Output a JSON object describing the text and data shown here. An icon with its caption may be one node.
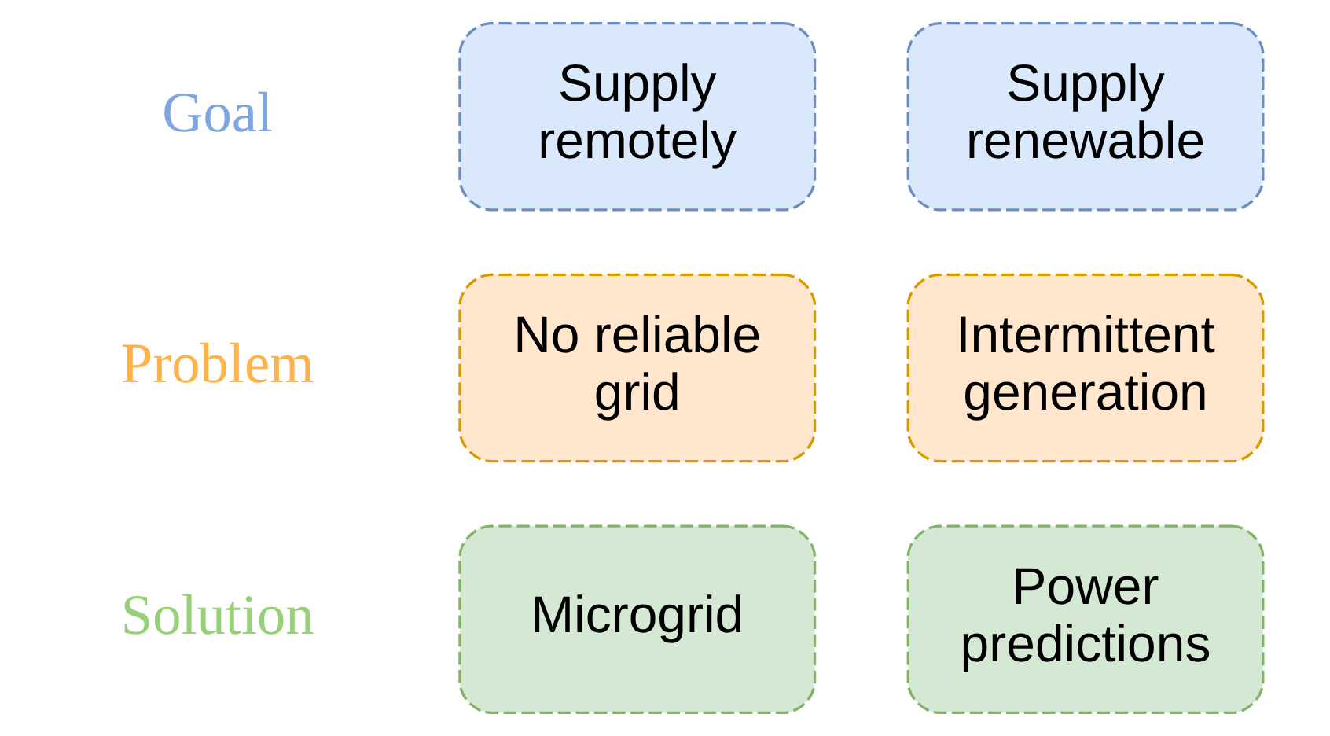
{
  "diagram": {
    "nodes": [
      {
        "text": [
          "Supply remotely"
        ]
      },
      {
        "text": [
          "Supply renewable"
        ]
      },
      {
        "text": [
          "No reliable grid"
        ]
      },
      {
        "text": [
          "Intermittent generation"
        ]
      },
      {
        "text": [
          "Microgrid"
        ]
      },
      {
        "text": [
          "Power predictions"
        ]
      }
    ],
    "labels": [
      "Goal",
      "Problem",
      "Solution"
    ]
  }
}
